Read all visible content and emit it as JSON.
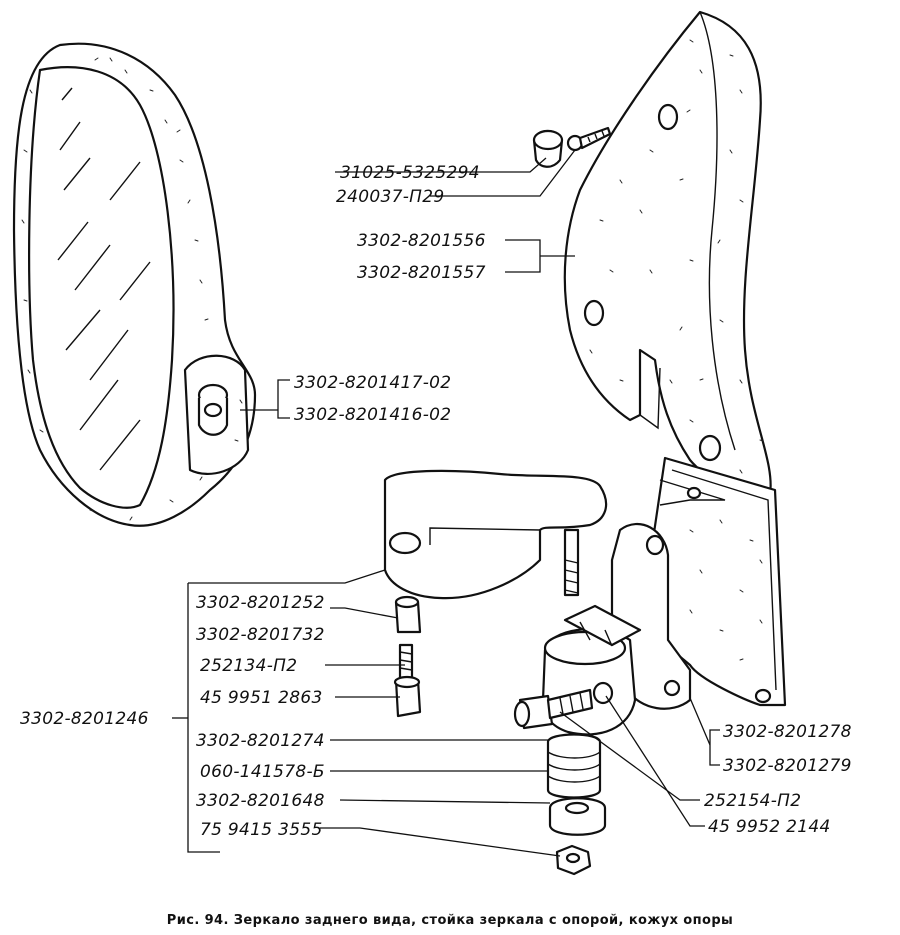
{
  "caption": "Рис. 94. Зеркало заднего вида, стойка зеркала с опорой, кожух опоры",
  "labels": {
    "cap_screw": "31025-5325294",
    "screw": "240037-П29",
    "cover_1": "3302-8201556",
    "cover_2": "3302-8201557",
    "mirror_1": "3302-8201417-02",
    "mirror_2": "3302-8201416-02",
    "group": "3302-8201246",
    "arm": "3302-8201252",
    "bushing": "3302-8201732",
    "bolt": "252134-П2",
    "washer_a": "45 9951 2863",
    "post": "3302-8201274",
    "spring": "060-141578-Б",
    "cup": "3302-8201648",
    "nut": "75 9415 3555",
    "bracket_1": "3302-8201278",
    "bracket_2": "3302-8201279",
    "bolt_b": "252154-П2",
    "washer_b": "45 9952 2144"
  },
  "colors": {
    "ink": "#111111",
    "paper": "#ffffff"
  }
}
